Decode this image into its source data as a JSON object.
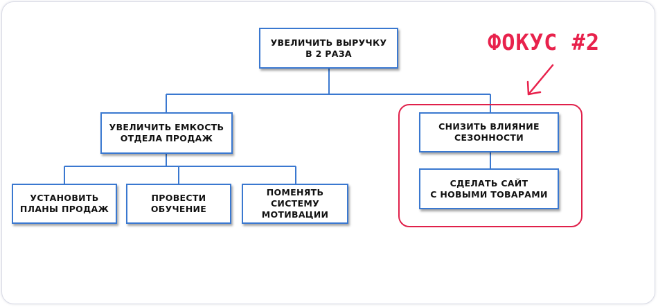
{
  "colors": {
    "node_border": "#3a78d0",
    "connector": "#3a78d0",
    "focus_accent": "#e8224c"
  },
  "diagram": {
    "root": {
      "label": "УВЕЛИЧИТЬ ВЫРУЧКУ\nВ 2 РАЗА"
    },
    "left_branch": {
      "label": "УВЕЛИЧИТЬ ЕМКОСТЬ\nОТДЕЛА ПРОДАЖ",
      "children": [
        {
          "label": "УСТАНОВИТЬ\nПЛАНЫ ПРОДАЖ"
        },
        {
          "label": "ПРОВЕСТИ\nОБУЧЕНИЕ"
        },
        {
          "label": "ПОМЕНЯТЬ\nСИСТЕМУ\nМОТИВАЦИИ"
        }
      ]
    },
    "right_branch": {
      "label": "СНИЗИТЬ ВЛИЯНИЕ\nСЕЗОННОСТИ",
      "children": [
        {
          "label": "СДЕЛАТЬ САЙТ\nС НОВЫМИ ТОВАРАМИ"
        }
      ]
    },
    "focus": {
      "label": "ФОКУС #2",
      "arrow_icon": "arrow-down-left-icon"
    }
  }
}
